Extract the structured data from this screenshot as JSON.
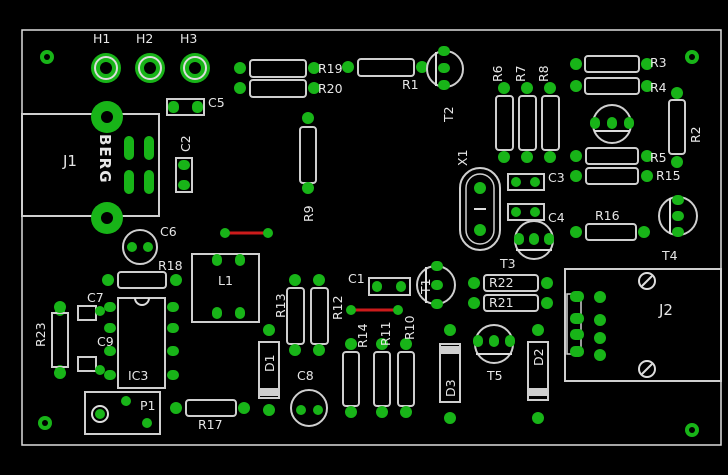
{
  "title": "",
  "labels": {
    "H1": "H1",
    "H2": "H2",
    "H3": "H3",
    "C5": "C5",
    "C2": "C2",
    "J1": "J1",
    "BERG": "BERG",
    "C6": "C6",
    "L1": "L1",
    "R18": "R18",
    "C7": "C7",
    "C9": "C9",
    "R23": "R23",
    "IC3": "IC3",
    "P1": "P1",
    "R17": "R17",
    "R19": "R19",
    "R20": "R20",
    "R1": "R1",
    "T2": "T2",
    "R9": "R9",
    "R13": "R13",
    "R12": "R12",
    "C1": "C1",
    "T1": "T1",
    "R14": "R14",
    "R11": "R11",
    "R10": "R10",
    "D1": "D1",
    "C8": "C8",
    "D3": "D3",
    "D2": "D2",
    "T5": "T5",
    "R22": "R22",
    "R21": "R21",
    "T3": "T3",
    "X1": "X1",
    "R6": "R6",
    "R7": "R7",
    "R8": "R8",
    "C3": "C3",
    "C4": "C4",
    "R3": "R3",
    "R4": "R4",
    "R2": "R2",
    "R5": "R5",
    "R15": "R15",
    "R16": "R16",
    "T4": "T4",
    "J2": "J2"
  },
  "colors": {
    "background": "#000000",
    "pad": "#18b418",
    "outline": "#cfcfcf",
    "text": "#e6e6e6",
    "trace": "#cc1b1b"
  }
}
